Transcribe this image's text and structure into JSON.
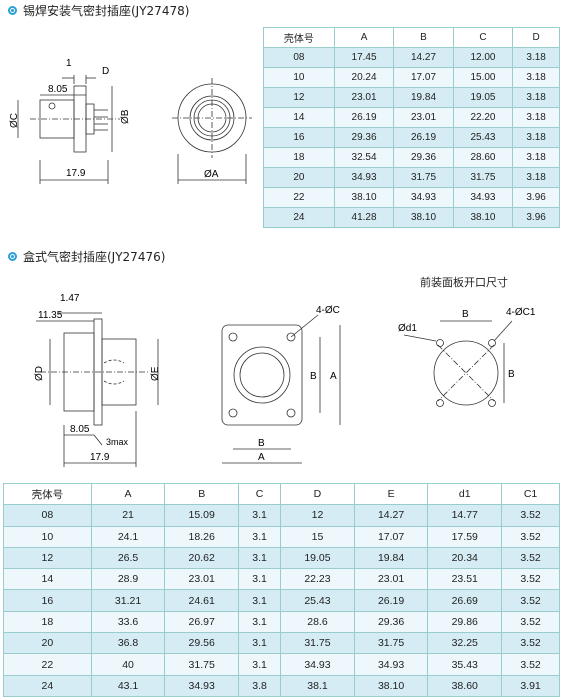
{
  "section1": {
    "title": "锡焊安装气密封插座(JY27478)"
  },
  "section2": {
    "title": "盒式气密封插座(JY27476)",
    "cutout_title": "前装面板开口尺寸"
  },
  "drawing1": {
    "dim_1": "1",
    "dim_D": "D",
    "dim_805": "8.05",
    "dim_C": "ØC",
    "dim_B": "ØB",
    "dim_179": "17.9",
    "dim_A": "ØA"
  },
  "drawing2": {
    "dim_147": "1.47",
    "dim_1135": "11.35",
    "dim_D": "ØD",
    "dim_E": "ØE",
    "dim_805": "8.05",
    "dim_3max": "3max",
    "dim_179": "17.9",
    "dim_4C": "4-ØC",
    "dim_B": "B",
    "dim_A": "A",
    "dim_Bv": "B",
    "dim_Av": "A",
    "dim_d1": "Ød1",
    "dim_4C1": "4-ØC1",
    "dim_Bc": "B",
    "dim_Bcv": "B"
  },
  "table1": {
    "headers": [
      "壳体号",
      "A",
      "B",
      "C",
      "D"
    ],
    "rows": [
      [
        "08",
        "17.45",
        "14.27",
        "12.00",
        "3.18"
      ],
      [
        "10",
        "20.24",
        "17.07",
        "15.00",
        "3.18"
      ],
      [
        "12",
        "23.01",
        "19.84",
        "19.05",
        "3.18"
      ],
      [
        "14",
        "26.19",
        "23.01",
        "22.20",
        "3.18"
      ],
      [
        "16",
        "29.36",
        "26.19",
        "25.43",
        "3.18"
      ],
      [
        "18",
        "32.54",
        "29.36",
        "28.60",
        "3.18"
      ],
      [
        "20",
        "34.93",
        "31.75",
        "31.75",
        "3.18"
      ],
      [
        "22",
        "38.10",
        "34.93",
        "34.93",
        "3.96"
      ],
      [
        "24",
        "41.28",
        "38.10",
        "38.10",
        "3.96"
      ]
    ]
  },
  "table2": {
    "headers": [
      "壳体号",
      "A",
      "B",
      "C",
      "D",
      "E",
      "d1",
      "C1"
    ],
    "rows": [
      [
        "08",
        "21",
        "15.09",
        "3.1",
        "12",
        "14.27",
        "14.77",
        "3.52"
      ],
      [
        "10",
        "24.1",
        "18.26",
        "3.1",
        "15",
        "17.07",
        "17.59",
        "3.52"
      ],
      [
        "12",
        "26.5",
        "20.62",
        "3.1",
        "19.05",
        "19.84",
        "20.34",
        "3.52"
      ],
      [
        "14",
        "28.9",
        "23.01",
        "3.1",
        "22.23",
        "23.01",
        "23.51",
        "3.52"
      ],
      [
        "16",
        "31.21",
        "24.61",
        "3.1",
        "25.43",
        "26.19",
        "26.69",
        "3.52"
      ],
      [
        "18",
        "33.6",
        "26.97",
        "3.1",
        "28.6",
        "29.36",
        "29.86",
        "3.52"
      ],
      [
        "20",
        "36.8",
        "29.56",
        "3.1",
        "31.75",
        "31.75",
        "32.25",
        "3.52"
      ],
      [
        "22",
        "40",
        "31.75",
        "3.1",
        "34.93",
        "34.93",
        "35.43",
        "3.52"
      ],
      [
        "24",
        "43.1",
        "34.93",
        "3.8",
        "38.1",
        "38.10",
        "38.60",
        "3.91"
      ]
    ]
  }
}
